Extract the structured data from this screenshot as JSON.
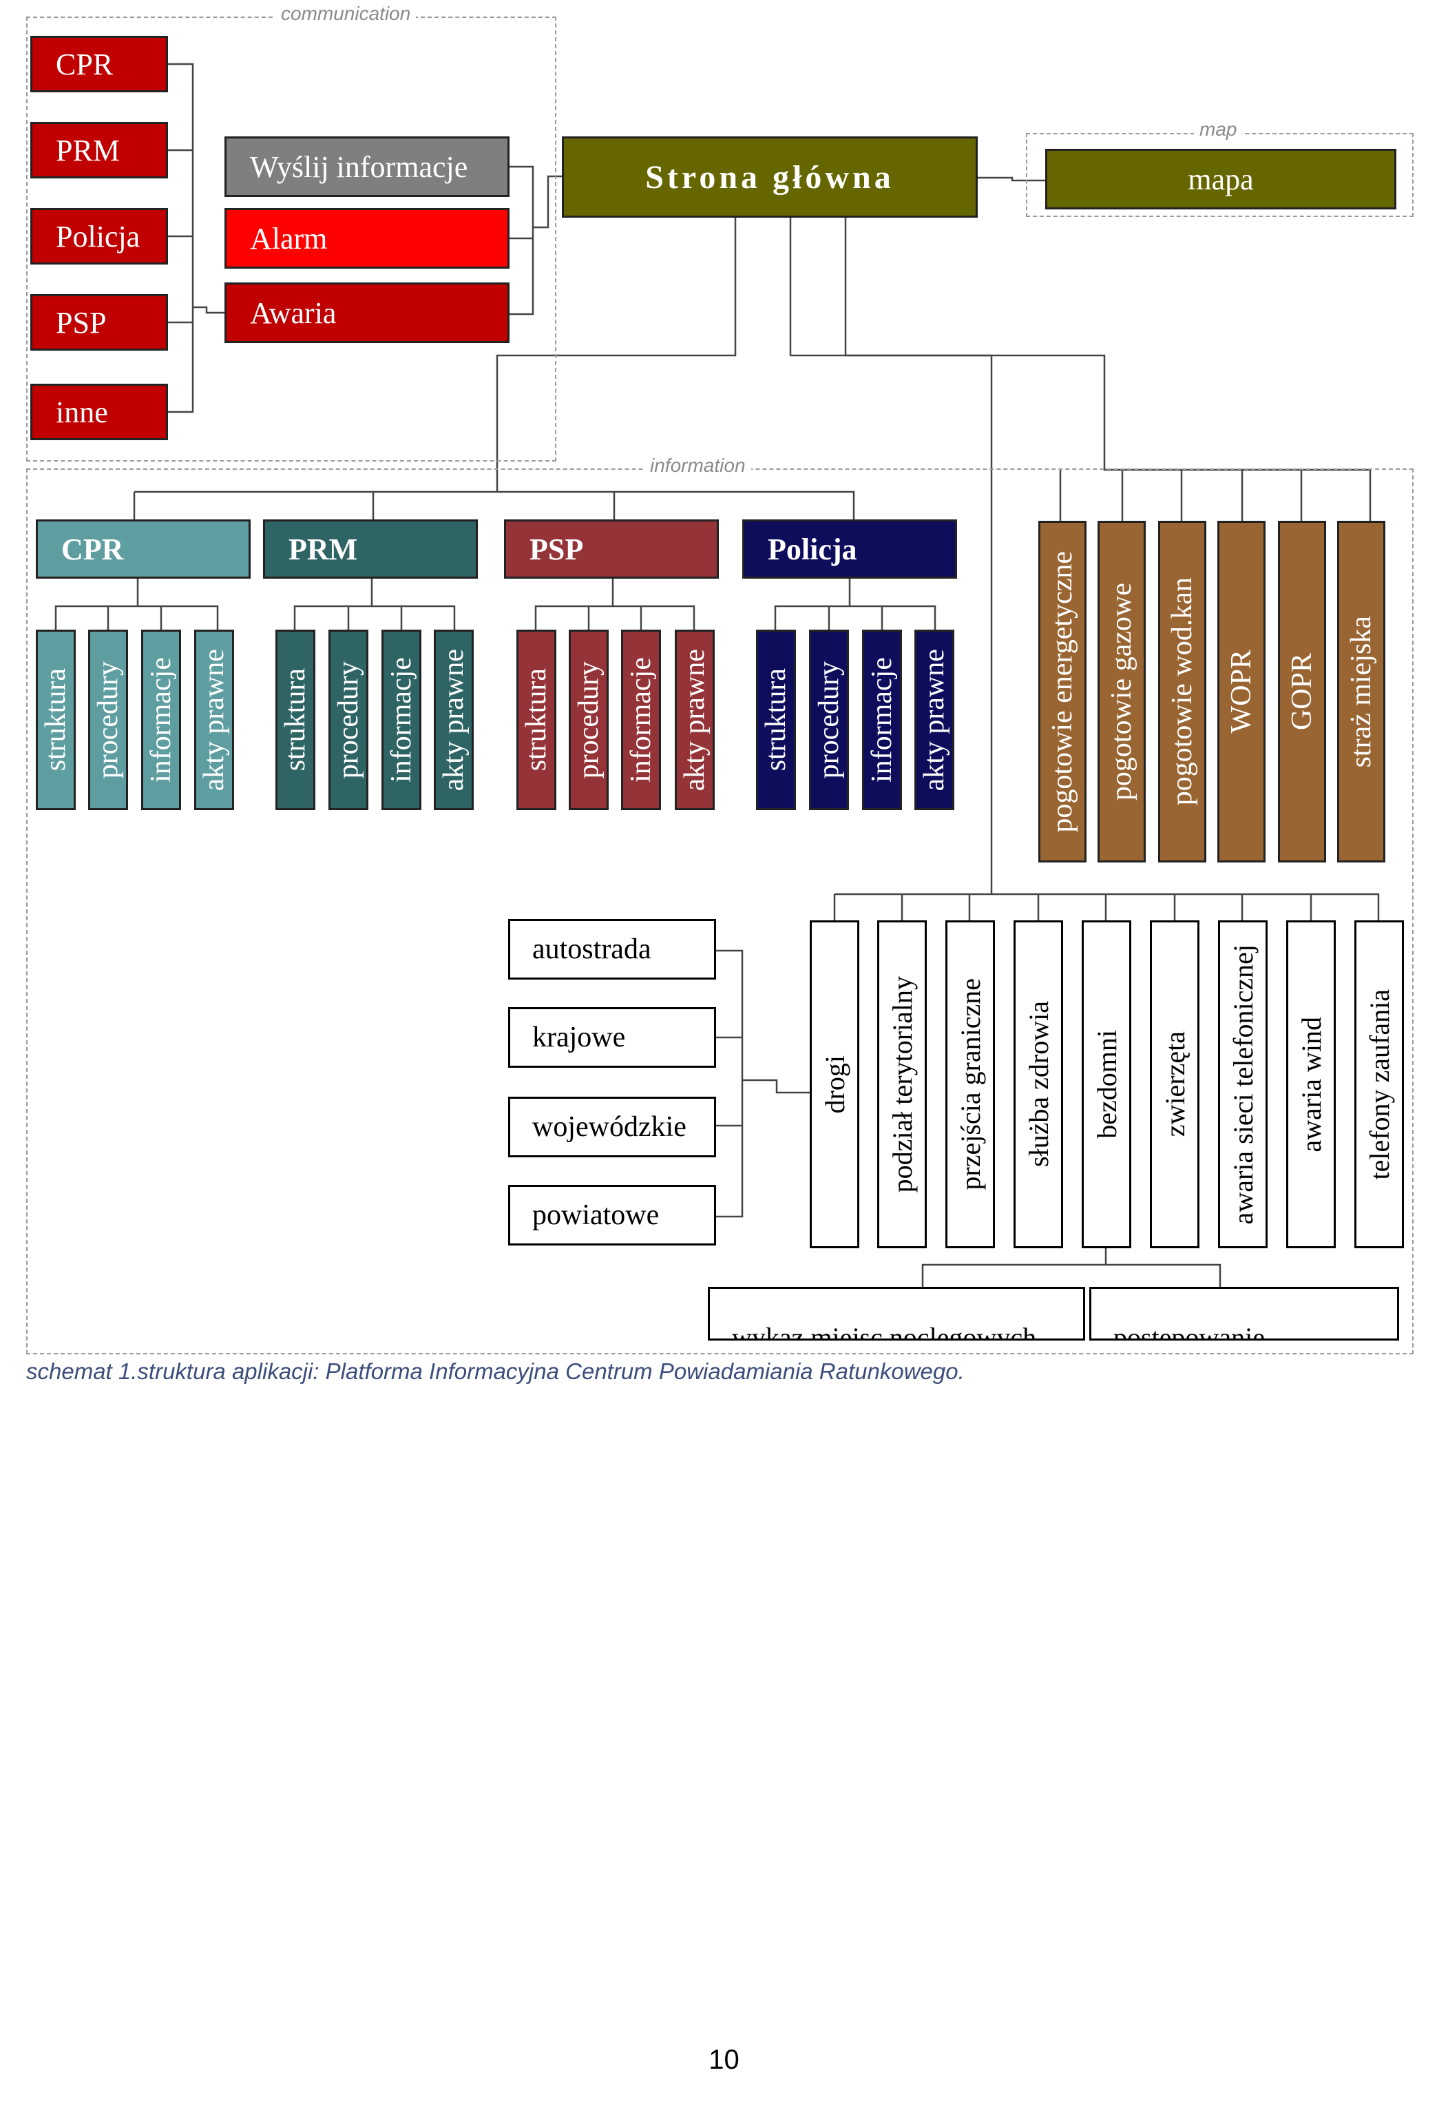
{
  "zones": {
    "communication": "communication",
    "map": "map",
    "information": "information"
  },
  "home": "Strona główna",
  "map_box": "mapa",
  "recipients": [
    "CPR",
    "PRM",
    "Policja",
    "PSP",
    "inne"
  ],
  "actions": [
    "Wyślij informacje",
    "Alarm",
    "Awaria"
  ],
  "services": [
    {
      "name": "CPR",
      "color": "#5f9ea0",
      "children": [
        "struktura",
        "procedury",
        "informacje",
        "akty prawne"
      ]
    },
    {
      "name": "PRM",
      "color": "#2f6464",
      "children": [
        "struktura",
        "procedury",
        "informacje",
        "akty prawne"
      ]
    },
    {
      "name": "PSP",
      "color": "#953438",
      "children": [
        "struktura",
        "procedury",
        "informacje",
        "akty prawne"
      ]
    },
    {
      "name": "Policja",
      "color": "#0d0d5c",
      "children": [
        "struktura",
        "procedury",
        "informacje",
        "akty prawne"
      ]
    }
  ],
  "other_services": [
    "pogotowie energetyczne",
    "pogotowie gazowe",
    "pogotowie wod.kan",
    "WOPR",
    "GOPR",
    "straż miejska"
  ],
  "roads": [
    "autostrada",
    "krajowe",
    "wojewódzkie",
    "powiatowe"
  ],
  "topics": [
    "drogi",
    "podział terytorialny",
    "przejścia graniczne",
    "służba zdrowia",
    "bezdomni",
    "zwierzęta",
    "awaria sieci telefonicznej",
    "awaria wind",
    "telefony zaufania"
  ],
  "homeless_children": [
    "wykaz miejsc noclegowych",
    "postępowanie"
  ],
  "caption": "schemat 1.struktura aplikacji: Platforma Informacyjna Centrum Powiadamiania Ratunkowego.",
  "page_number": "10",
  "colors": {
    "recipient_red": "#c00000",
    "action_grey": "#7f7f7f",
    "action_red": "#ff0000",
    "action_darkred": "#c00000",
    "home_olive": "#666600",
    "other_brown": "#996633"
  }
}
